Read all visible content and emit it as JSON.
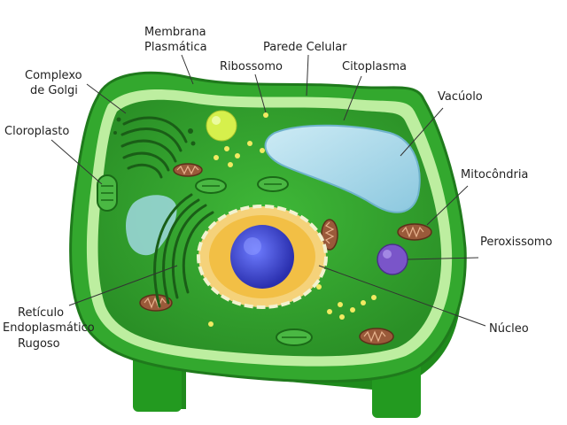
{
  "diagram": {
    "subject": "plant-cell",
    "labels": {
      "membrana_1": "Membrana",
      "membrana_2": "Plasmática",
      "parede": "Parede Celular",
      "ribossomo": "Ribossomo",
      "citoplasma": "Citoplasma",
      "golgi_1": "Complexo",
      "golgi_2": "de Golgi",
      "vacuolo": "Vacúolo",
      "cloroplasto": "Cloroplasto",
      "mitocondria": "Mitocôndria",
      "peroxissomo": "Peroxissomo",
      "reticulo_1": "Retículo",
      "reticulo_2": "Endoplasmático",
      "reticulo_3": "Rugoso",
      "nucleo": "Núcleo"
    },
    "colors": {
      "wall_outer": "#2e9e2a",
      "wall_dark": "#1f7a1c",
      "membrane": "#b9ef9a",
      "cytoplasm": "#36a52f",
      "vacuole": "#a9d8ec",
      "nucleus_envelope": "#f2c04a",
      "nucleus_body": "#f6d58a",
      "nucleolus": "#4a55d6",
      "mitochondria": "#9a5a3a",
      "peroxisome": "#7a55c9",
      "ribosome": "#f4ea6a",
      "chloroplast": "#3aa83a",
      "lysosome": "#d8f25a"
    }
  }
}
